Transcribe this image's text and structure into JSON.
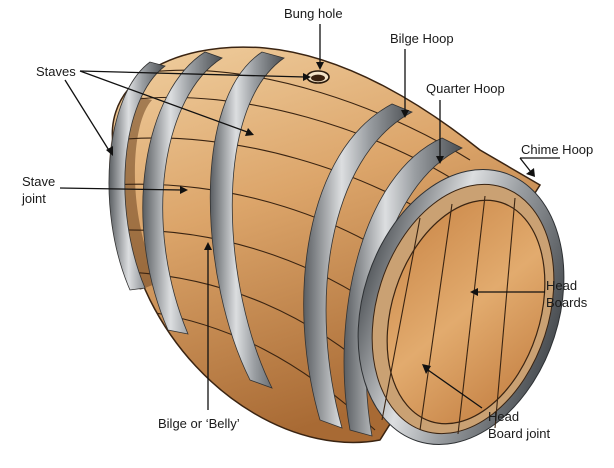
{
  "labels": {
    "bung_hole": "Bung hole",
    "bilge_hoop": "Bilge Hoop",
    "staves": "Staves",
    "quarter_hoop": "Quarter Hoop",
    "chime_hoop": "Chime Hoop",
    "stave_joint_line1": "Stave",
    "stave_joint_line2": "joint",
    "head_boards_line1": "Head",
    "head_boards_line2": "Boards",
    "bilge_belly": "Bilge or ‘Belly’",
    "head_board_joint_line1": "Head",
    "head_board_joint_line2": "Board joint"
  },
  "colors": {
    "wood_light": "#e9bf8a",
    "wood_mid": "#cf9457",
    "wood_dark": "#a86a34",
    "head_wood": "#d99b5c",
    "hoop_light": "#d4d6d8",
    "hoop_dark": "#4e5256",
    "leader": "#111111"
  }
}
